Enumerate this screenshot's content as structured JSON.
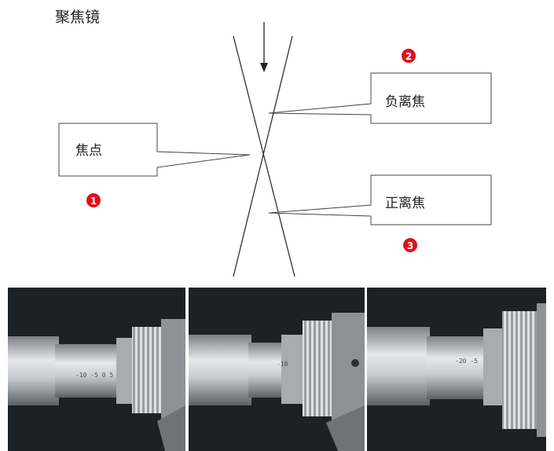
{
  "header": {
    "title": "聚焦镜"
  },
  "callouts": {
    "focus_point": "焦点",
    "negative_defocus": "负离焦",
    "positive_defocus": "正离焦"
  },
  "markers": {
    "m1": "1",
    "m2": "2",
    "m3": "3"
  },
  "colors": {
    "marker": "#e0111b",
    "ink": "#222222",
    "photo_bg": "#1c2126"
  },
  "icons": {
    "beam_arrow": "arrow-down-icon"
  },
  "photos": [
    {
      "scale": "-10  -5  0  5"
    },
    {
      "scale": "-10"
    },
    {
      "scale": "-20  -5"
    }
  ]
}
